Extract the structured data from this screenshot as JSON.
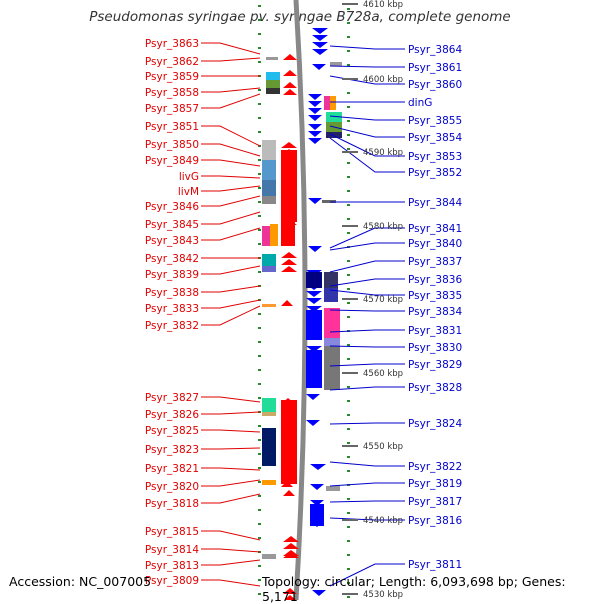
{
  "title": "Pseudomonas syringae pv. syringae B728a, complete genome",
  "footer": {
    "accession": "Accession: NC_007005",
    "topology": "Topology: circular; Length: 6,093,698 bp; Genes: 5,171"
  },
  "scale_ticks": [
    "4610 kbp",
    "4600 kbp",
    "4590 kbp",
    "4580 kbp",
    "4570 kbp",
    "4560 kbp",
    "4550 kbp",
    "4540 kbp",
    "4530 kbp"
  ],
  "left_labels": [
    "Psyr_3863",
    "Psyr_3862",
    "Psyr_3859",
    "Psyr_3858",
    "Psyr_3857",
    "Psyr_3851",
    "Psyr_3850",
    "Psyr_3849",
    "livG",
    "livM",
    "Psyr_3846",
    "Psyr_3845",
    "Psyr_3843",
    "Psyr_3842",
    "Psyr_3839",
    "Psyr_3838",
    "Psyr_3833",
    "Psyr_3832",
    "Psyr_3827",
    "Psyr_3826",
    "Psyr_3825",
    "Psyr_3823",
    "Psyr_3821",
    "Psyr_3820",
    "Psyr_3818",
    "Psyr_3815",
    "Psyr_3814",
    "Psyr_3813",
    "Psyr_3809"
  ],
  "right_labels": [
    "Psyr_3864",
    "Psyr_3861",
    "Psyr_3860",
    "dinG",
    "Psyr_3855",
    "Psyr_3854",
    "Psyr_3853",
    "Psyr_3852",
    "Psyr_3844",
    "Psyr_3841",
    "Psyr_3840",
    "Psyr_3837",
    "Psyr_3836",
    "Psyr_3835",
    "Psyr_3834",
    "Psyr_3831",
    "Psyr_3830",
    "Psyr_3829",
    "Psyr_3828",
    "Psyr_3824",
    "Psyr_3822",
    "Psyr_3819",
    "Psyr_3817",
    "Psyr_3816",
    "Psyr_3811"
  ],
  "colors": {
    "forward_strand_genes": "#ff0000",
    "reverse_strand_genes": "#0000ff",
    "backbone": "#888888",
    "tick_marks": "#2a8a2a",
    "left_label_text": "#e00000",
    "right_label_text": "#0000cc"
  }
}
